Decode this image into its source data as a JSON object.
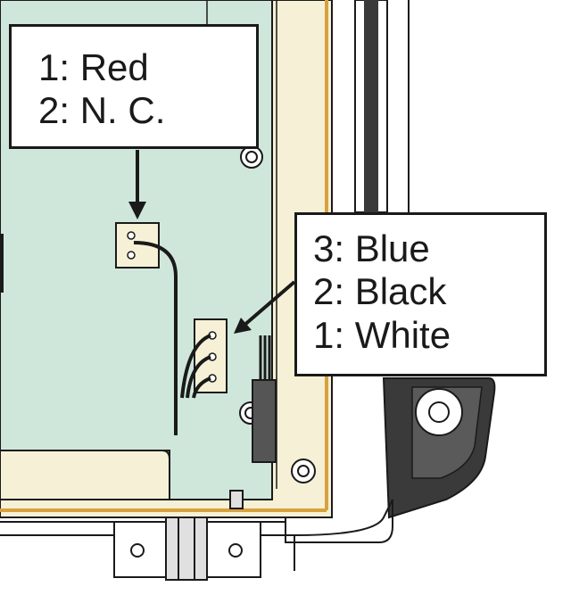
{
  "callouts": {
    "top": {
      "lines": [
        "1: Red",
        "2: N. C."
      ]
    },
    "right": {
      "lines": [
        "3: Blue",
        "2: Black",
        "1: White"
      ]
    }
  },
  "colors": {
    "board": "#cfe7da",
    "frame": "#f6f1d6",
    "frame_edge": "#d9a13d",
    "outline": "#1a1a1a",
    "bracket": "#3a3a3a"
  }
}
